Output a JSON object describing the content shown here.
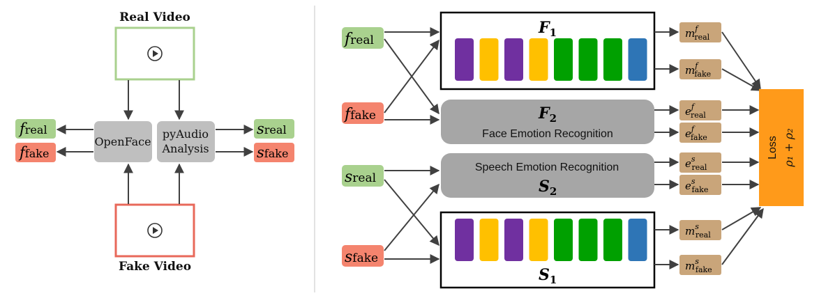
{
  "left": {
    "real_video_label": "Real Video",
    "fake_video_label": "Fake Video",
    "openface_label": "OpenFace",
    "pyaudio_line1": "pyAudio",
    "pyaudio_line2": "Analysis",
    "outputs": [
      {
        "base": "f",
        "sub": "real",
        "color": "#a9d18e"
      },
      {
        "base": "f",
        "sub": "fake",
        "color": "#f4846e"
      },
      {
        "base": "s",
        "sub": "real",
        "color": "#a9d18e"
      },
      {
        "base": "s",
        "sub": "fake",
        "color": "#f4846e"
      }
    ]
  },
  "right": {
    "inputs": [
      {
        "base": "f",
        "sub": "real",
        "color": "#a9d18e"
      },
      {
        "base": "f",
        "sub": "fake",
        "color": "#f4846e"
      },
      {
        "base": "s",
        "sub": "real",
        "color": "#a9d18e"
      },
      {
        "base": "s",
        "sub": "fake",
        "color": "#f4846e"
      }
    ],
    "F1": {
      "base": "F",
      "sub": "1"
    },
    "F2": {
      "base": "F",
      "sub": "2",
      "caption": "Face Emotion Recognition"
    },
    "S2": {
      "base": "S",
      "sub": "2",
      "caption": "Speech Emotion Recognition"
    },
    "S1": {
      "base": "S",
      "sub": "1"
    },
    "network_layer_colors": [
      "#7030a0",
      "#ffc000",
      "#7030a0",
      "#ffc000",
      "#00a000",
      "#00a000",
      "#00a000",
      "#2e75b6"
    ],
    "embeddings": [
      {
        "base": "m",
        "sup": "f",
        "sub": "real"
      },
      {
        "base": "m",
        "sup": "f",
        "sub": "fake"
      },
      {
        "base": "e",
        "sup": "f",
        "sub": "real"
      },
      {
        "base": "e",
        "sup": "f",
        "sub": "fake"
      },
      {
        "base": "e",
        "sup": "s",
        "sub": "real"
      },
      {
        "base": "e",
        "sup": "s",
        "sub": "fake"
      },
      {
        "base": "m",
        "sup": "s",
        "sub": "real"
      },
      {
        "base": "m",
        "sup": "s",
        "sub": "fake"
      }
    ],
    "loss_label": "Loss",
    "loss_formula": "ρ₁ + ρ₂",
    "loss_color": "#ff9a1a",
    "embed_color": "#c9a57a"
  }
}
